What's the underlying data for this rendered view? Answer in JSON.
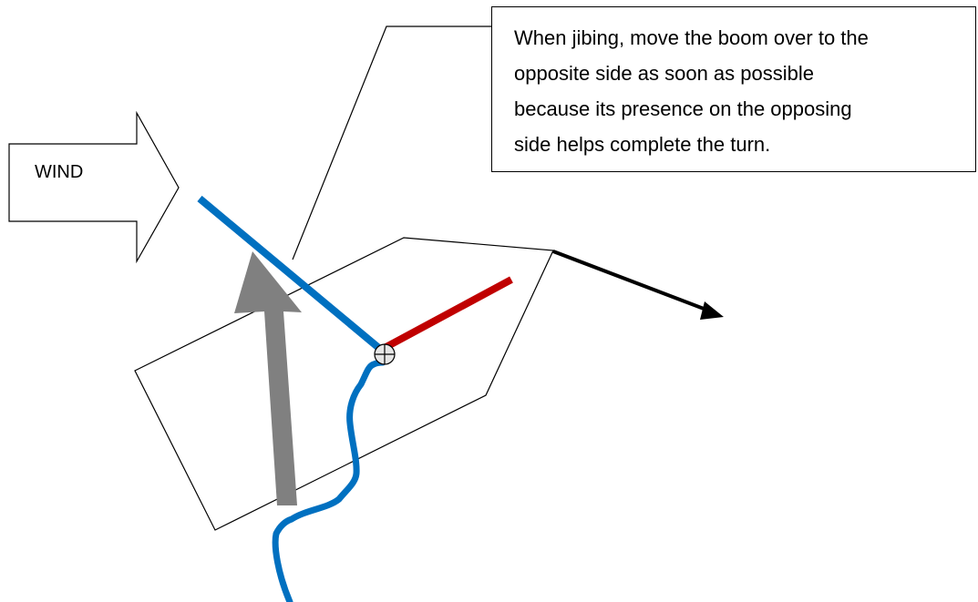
{
  "wind": {
    "label": "WIND"
  },
  "callout": {
    "lines": [
      "When jibing, move the boom over to the",
      "opposite side as soon as possible",
      "because its presence on the opposing",
      "side helps complete the turn."
    ]
  },
  "colors": {
    "boom_blue": "#0070C0",
    "boom_red": "#C00000",
    "heading_arrow_gray": "#808080",
    "outline_black": "#000000",
    "board_track_blue": "#0070C0"
  }
}
